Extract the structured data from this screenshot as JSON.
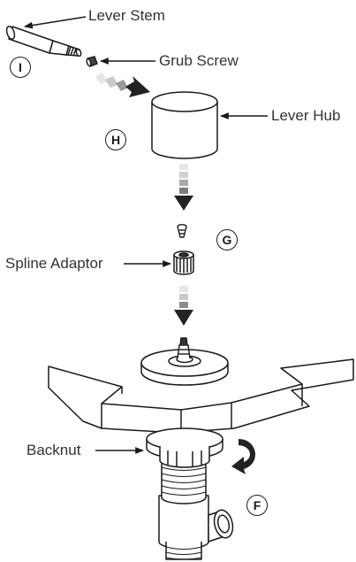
{
  "labels": {
    "lever_stem": "Lever Stem",
    "grub_screw": "Grub Screw",
    "lever_hub": "Lever Hub",
    "spline_adaptor": "Spline Adaptor",
    "backnut": "Backnut"
  },
  "steps": {
    "i": "I",
    "h": "H",
    "g": "G",
    "f": "F"
  },
  "colors": {
    "line": "#1a1a1a",
    "text": "#333333",
    "arrow_dark": "#222222",
    "arrow_light": "#d0d0d0"
  }
}
